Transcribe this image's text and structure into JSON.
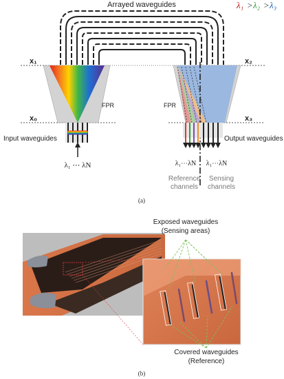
{
  "panel_a": {
    "title": "Arrayed waveguides",
    "lambda_order": {
      "l1": "λ₁",
      "gt1": ">",
      "l2": "λ₂",
      "gt2": ">",
      "l3": "λ₃",
      "colors": {
        "l1": "#c0141b",
        "l2": "#2b9a3c",
        "l3": "#1a5fb4"
      }
    },
    "x1": "x₁",
    "x0": "x₀",
    "x2": "x₂",
    "x3": "x₃",
    "fpr_left": "FPR",
    "fpr_right": "FPR",
    "input_label": "Input waveguides",
    "output_label": "Output waveguides",
    "input_range": "λ₁ ⋯ λN",
    "out_range_ref": "λ₁⋯λN",
    "out_range_sens": "λ₁⋯λN",
    "reference_line1": "Reference",
    "reference_line2": "channels",
    "sensing_line1": "Sensing",
    "sensing_line2": "channels",
    "caption": "(a)"
  },
  "panel_b": {
    "exposed_line1": "Exposed waveguides",
    "exposed_line2": "(Sensing areas)",
    "covered_line1": "Covered waveguides",
    "covered_line2": "(Reference)",
    "caption": "(b)"
  }
}
